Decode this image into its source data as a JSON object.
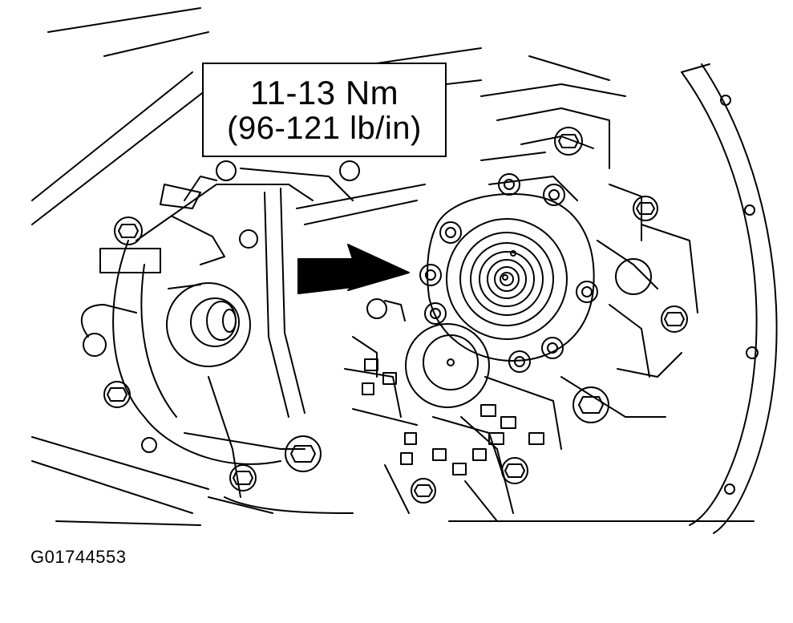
{
  "torque_spec": {
    "metric": "11-13 Nm",
    "imperial": "(96-121 lb/in)"
  },
  "figure_id": "G01744553",
  "colors": {
    "line": "#000000",
    "background": "#ffffff"
  },
  "icons": {
    "pointer": "arrow-right-icon"
  }
}
